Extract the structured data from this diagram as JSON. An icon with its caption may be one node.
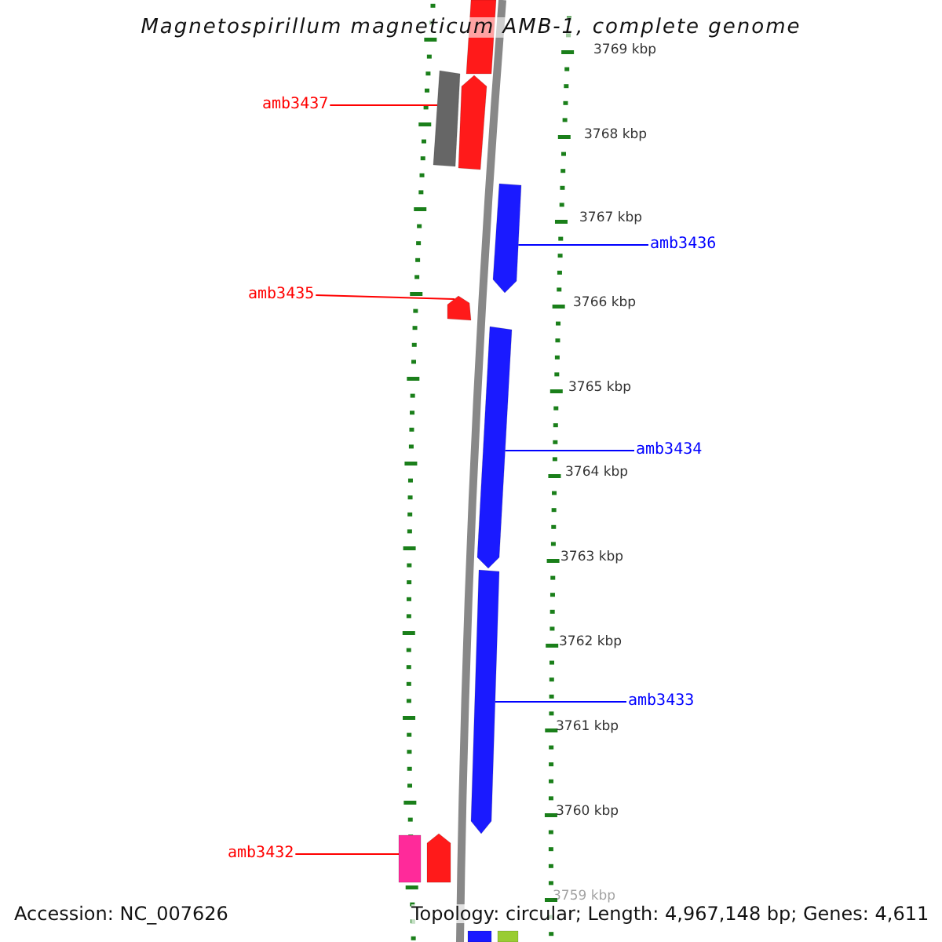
{
  "diagram": {
    "title": "Magnetospirillum magneticum AMB-1, complete genome",
    "nodes": [
      {
        "text": [],
        "shape": "bar"
      },
      {
        "text": [],
        "shape": "bar"
      },
      {
        "text": [],
        "shape": "arrow"
      },
      {
        "text": [
          "amb3437"
        ]
      },
      {
        "text": [],
        "shape": "arrow"
      },
      {
        "text": [
          "amb3436"
        ]
      },
      {
        "text": [
          "amb3435"
        ]
      },
      {
        "text": [],
        "shape": "arrow"
      },
      {
        "text": [],
        "shape": "arrow"
      },
      {
        "text": [
          "amb3434"
        ]
      },
      {
        "text": [],
        "shape": "arrow"
      },
      {
        "text": [
          "amb3433"
        ]
      },
      {
        "text": [
          "amb3432"
        ]
      },
      {
        "text": [],
        "shape": "bar"
      },
      {
        "text": [],
        "shape": "arrow"
      },
      {
        "text": [],
        "shape": "bar"
      },
      {
        "text": [],
        "shape": "bar"
      }
    ],
    "edges": [
      {
        "from": 3,
        "to": 1,
        "arrow": "none",
        "color": "#ff0000"
      },
      {
        "from": 5,
        "to": 4,
        "arrow": "none",
        "color": "#0000ff"
      },
      {
        "from": 6,
        "to": 7,
        "arrow": "none",
        "color": "#ff0000"
      },
      {
        "from": 9,
        "to": 8,
        "arrow": "none",
        "color": "#0000ff"
      },
      {
        "from": 11,
        "to": 10,
        "arrow": "none",
        "color": "#0000ff"
      },
      {
        "from": 12,
        "to": 13,
        "arrow": "none",
        "color": "#ff0000"
      }
    ],
    "labels": [
      "3769 kbp",
      "3768 kbp",
      "3767 kbp",
      "3766 kbp",
      "3765 kbp",
      "3764 kbp",
      "3763 kbp",
      "3762 kbp",
      "3761 kbp",
      "3760 kbp",
      "3759 kbp",
      "Accession: NC_007626",
      "Topology: circular; Length: 4,967,148 bp; Genes: 4,611"
    ]
  }
}
